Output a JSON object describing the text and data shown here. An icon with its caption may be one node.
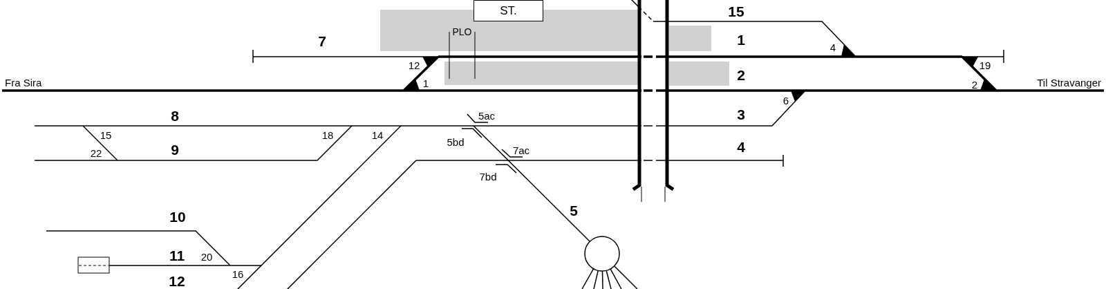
{
  "diagram": {
    "nodes": [
      {
        "text": [
          "ST."
        ]
      }
    ],
    "labels": [
      "15",
      "7",
      "PLO",
      "1",
      "4",
      "12",
      "2",
      "19",
      "Fra Sira",
      "1",
      "2",
      "Til Stravanger",
      "6",
      "8",
      "5ac",
      "3",
      "15",
      "18",
      "14",
      "5bd",
      "22",
      "9",
      "7ac",
      "4",
      "7bd",
      "5",
      "10",
      "11",
      "20",
      "16",
      "12"
    ]
  }
}
